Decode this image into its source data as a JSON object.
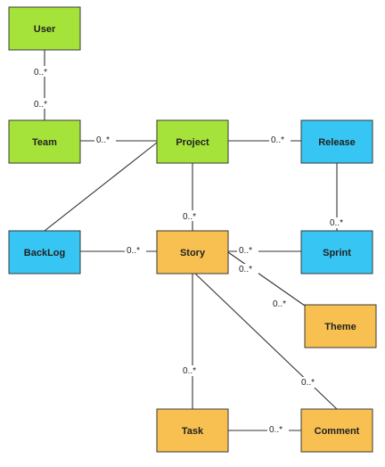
{
  "colors": {
    "green": "#a6e33a",
    "blue": "#37c5f3",
    "orange": "#f7c050",
    "line": "#333333",
    "border": "#3a3a3a"
  },
  "nodes": {
    "user": {
      "label": "User",
      "color": "green"
    },
    "team": {
      "label": "Team",
      "color": "green"
    },
    "project": {
      "label": "Project",
      "color": "green"
    },
    "release": {
      "label": "Release",
      "color": "blue"
    },
    "backlog": {
      "label": "BackLog",
      "color": "blue"
    },
    "story": {
      "label": "Story",
      "color": "orange"
    },
    "sprint": {
      "label": "Sprint",
      "color": "blue"
    },
    "theme": {
      "label": "Theme",
      "color": "orange"
    },
    "task": {
      "label": "Task",
      "color": "orange"
    },
    "comment": {
      "label": "Comment",
      "color": "orange"
    }
  },
  "edges": [
    {
      "from": "user",
      "to": "team",
      "multiplicities": [
        "0..*",
        "0..*"
      ]
    },
    {
      "from": "team",
      "to": "project",
      "multiplicities": [
        "0..*"
      ]
    },
    {
      "from": "project",
      "to": "release",
      "multiplicities": [
        "0..*"
      ]
    },
    {
      "from": "project",
      "to": "backlog",
      "multiplicities": []
    },
    {
      "from": "project",
      "to": "story",
      "multiplicities": [
        "0..*"
      ]
    },
    {
      "from": "release",
      "to": "sprint",
      "multiplicities": [
        "0..*"
      ]
    },
    {
      "from": "backlog",
      "to": "story",
      "multiplicities": [
        "0..*"
      ]
    },
    {
      "from": "sprint",
      "to": "story",
      "multiplicities": [
        "0..*"
      ]
    },
    {
      "from": "story",
      "to": "theme",
      "multiplicities": [
        "0..*",
        "0..*"
      ]
    },
    {
      "from": "story",
      "to": "task",
      "multiplicities": [
        "0..*"
      ]
    },
    {
      "from": "story",
      "to": "comment",
      "multiplicities": [
        "0..*"
      ]
    },
    {
      "from": "task",
      "to": "comment",
      "multiplicities": [
        "0..*"
      ]
    }
  ]
}
